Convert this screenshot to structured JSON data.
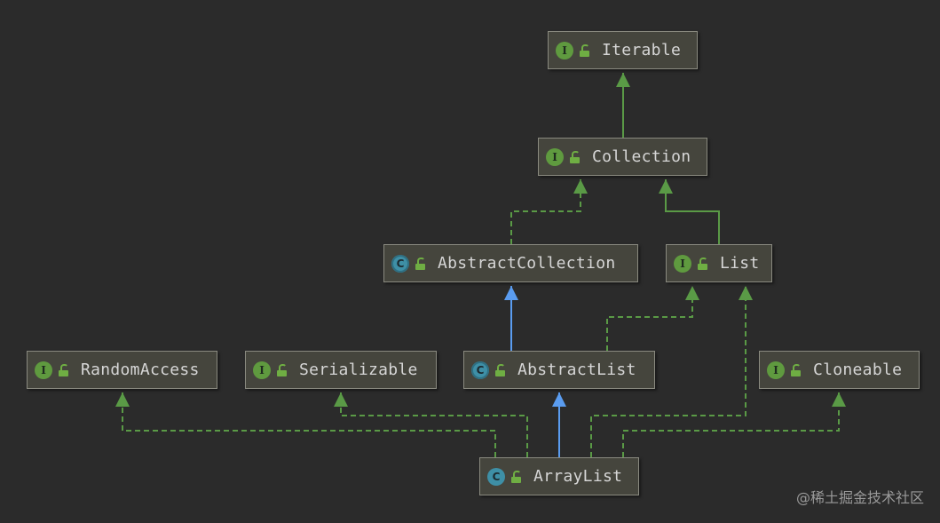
{
  "nodes": [
    {
      "id": "iterable",
      "kind": "interface",
      "badge": "I",
      "label": "Iterable"
    },
    {
      "id": "collection",
      "kind": "interface",
      "badge": "I",
      "label": "Collection"
    },
    {
      "id": "abstract-collection",
      "kind": "abstract-class",
      "badge": "C",
      "label": "AbstractCollection"
    },
    {
      "id": "list",
      "kind": "interface",
      "badge": "I",
      "label": "List"
    },
    {
      "id": "random-access",
      "kind": "interface",
      "badge": "I",
      "label": "RandomAccess"
    },
    {
      "id": "serializable",
      "kind": "interface",
      "badge": "I",
      "label": "Serializable"
    },
    {
      "id": "abstract-list",
      "kind": "abstract-class",
      "badge": "C",
      "label": "AbstractList"
    },
    {
      "id": "cloneable",
      "kind": "interface",
      "badge": "I",
      "label": "Cloneable"
    },
    {
      "id": "array-list",
      "kind": "class",
      "badge": "C",
      "label": "ArrayList"
    }
  ],
  "edges": [
    {
      "from": "collection",
      "to": "iterable",
      "type": "extends"
    },
    {
      "from": "abstract-collection",
      "to": "collection",
      "type": "implements"
    },
    {
      "from": "list",
      "to": "collection",
      "type": "extends"
    },
    {
      "from": "abstract-list",
      "to": "abstract-collection",
      "type": "extends-class"
    },
    {
      "from": "abstract-list",
      "to": "list",
      "type": "implements"
    },
    {
      "from": "array-list",
      "to": "abstract-list",
      "type": "extends-class"
    },
    {
      "from": "array-list",
      "to": "random-access",
      "type": "implements"
    },
    {
      "from": "array-list",
      "to": "serializable",
      "type": "implements"
    },
    {
      "from": "array-list",
      "to": "list",
      "type": "implements"
    },
    {
      "from": "array-list",
      "to": "cloneable",
      "type": "implements"
    }
  ],
  "colors": {
    "background": "#2b2b2b",
    "interface_edge": "#5a9a46",
    "class_edge": "#5a9cf0"
  },
  "watermark": "@稀土掘金技术社区"
}
